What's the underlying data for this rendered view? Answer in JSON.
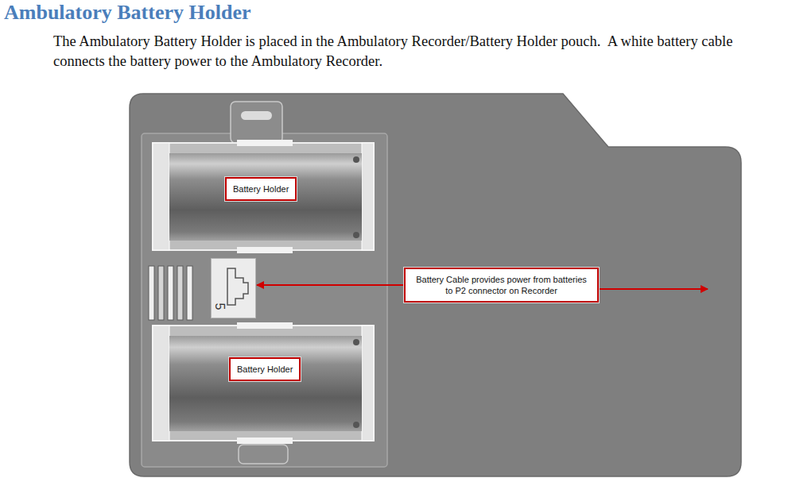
{
  "diagram": {
    "title": "Ambulatory Battery Holder",
    "nodes": [
      {
        "text": [
          "Battery Holder"
        ]
      },
      {
        "text": [
          "5"
        ]
      },
      {
        "text": [
          "Battery Cable provides power from batteries to P2 connector on Recorder"
        ]
      },
      {
        "text": [
          "Battery Holder"
        ]
      }
    ],
    "edges": [
      {
        "from": 2,
        "to": 1,
        "arrow": "to"
      }
    ],
    "labels": [
      "The Ambulatory Battery Holder is placed in the Ambulatory Recorder/Battery Holder pouch.  A white battery cable connects the battery power to the Ambulatory Recorder."
    ]
  }
}
